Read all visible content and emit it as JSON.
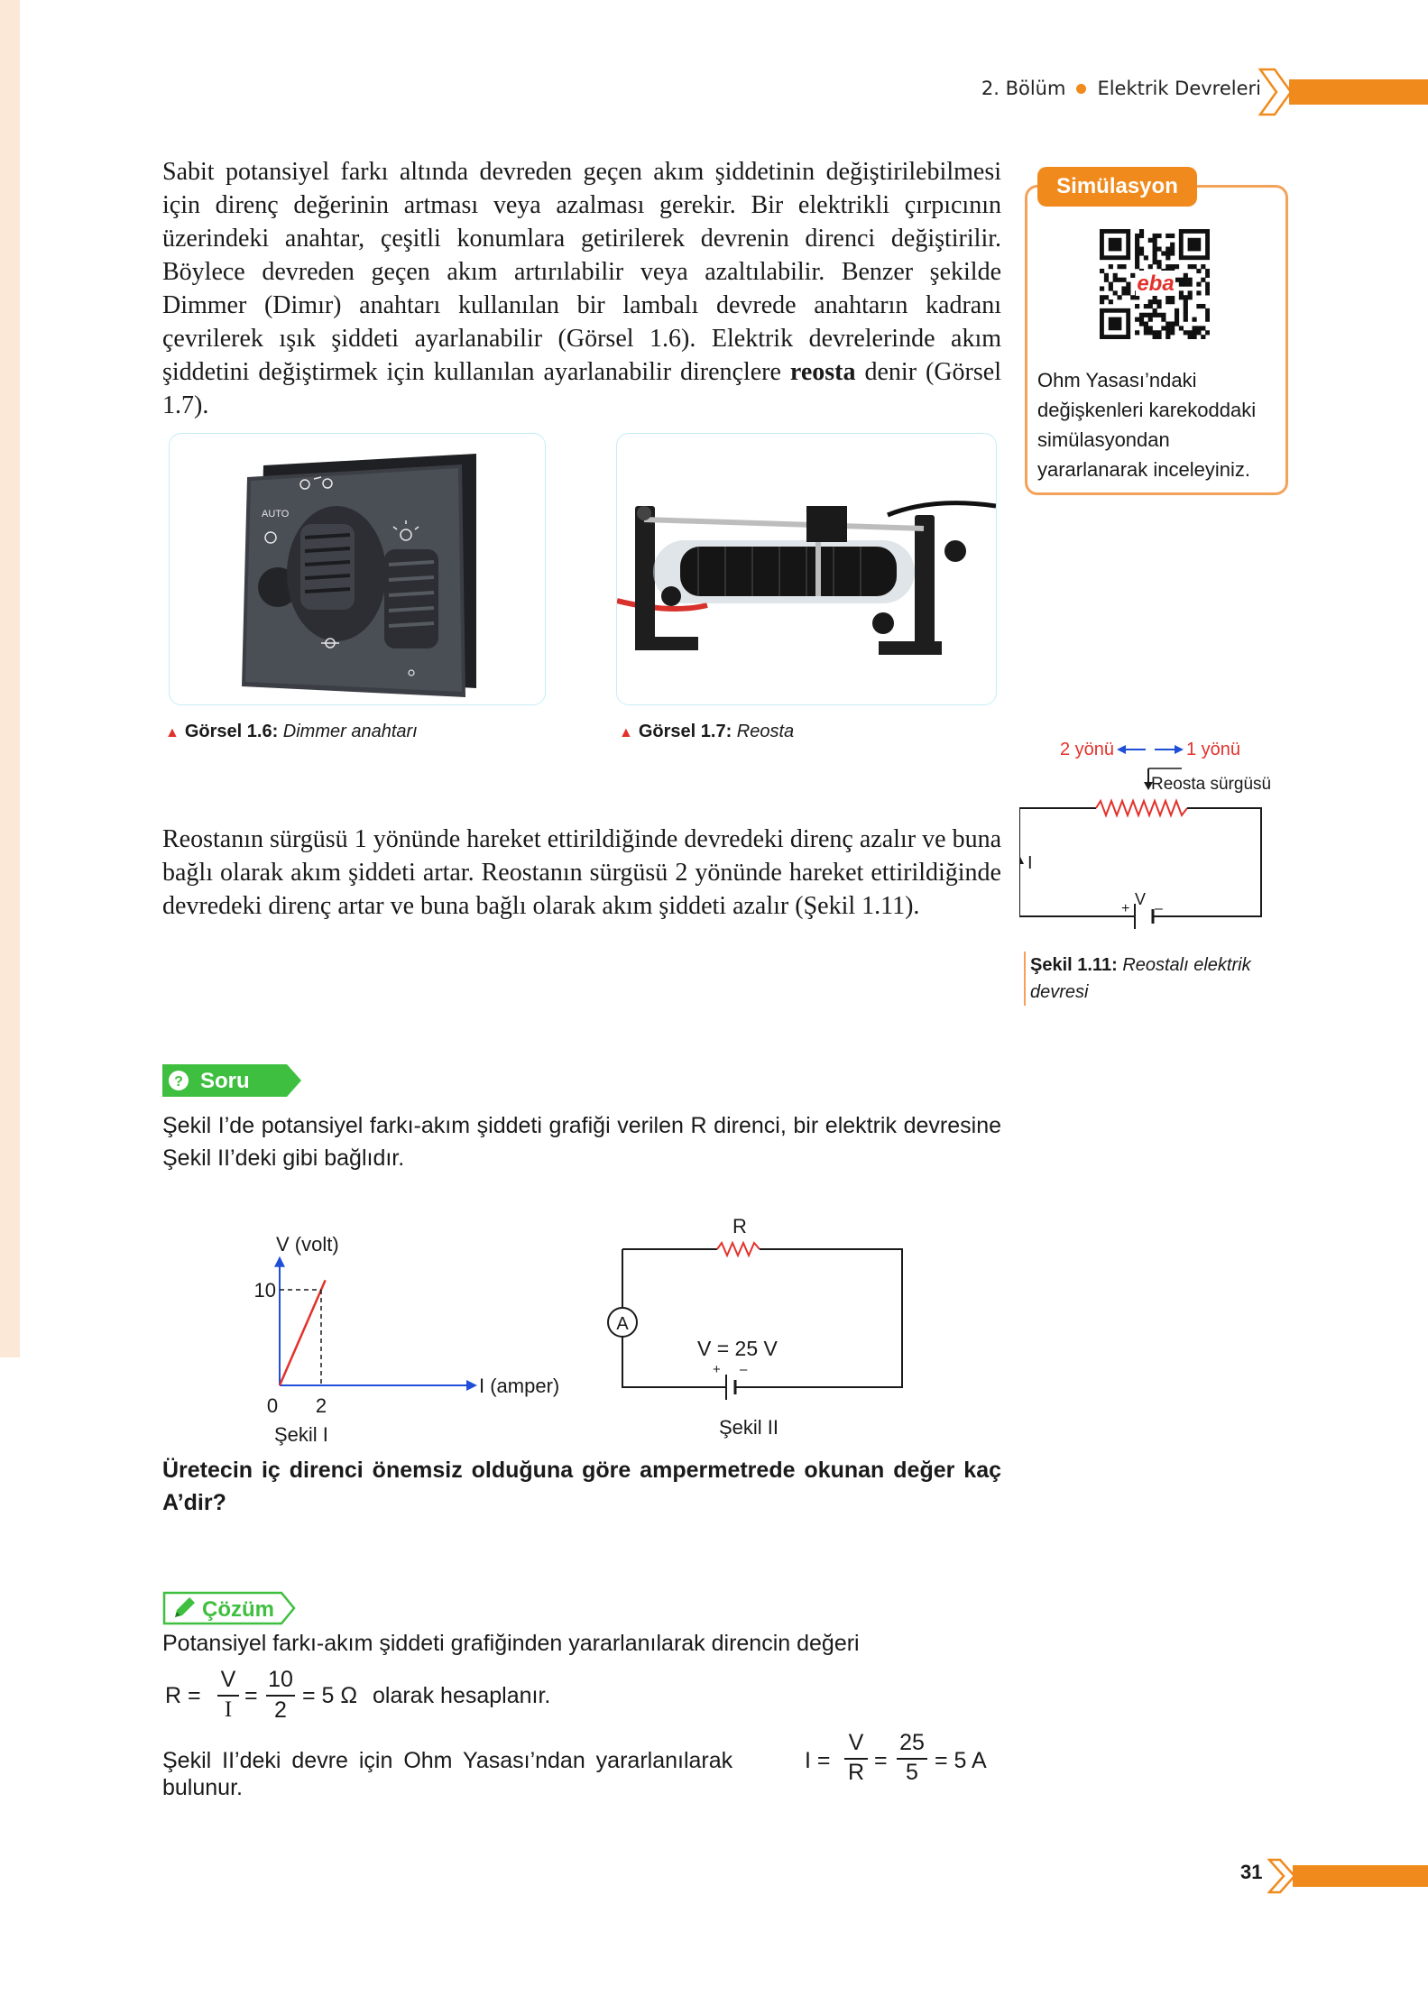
{
  "header": {
    "chapter": "2. Bölüm",
    "section": "Elektrik Devreleri"
  },
  "paragraph1": "Sabit potansiyel farkı altında devreden geçen akım şiddetinin değiştiri­lebilmesi için direnç değerinin artması veya azalması gerekir. Bir elektrikli çırpıcının üzerindeki anahtar, çeşitli konumlara getirilerek devrenin direnci değiştirilir. Böylece devreden geçen akım artırılabilir veya azaltılabilir. Benzer şekilde Dimmer (Dimır) anahtarı kullanılan bir lambalı devrede anahtarın kadranı çevrilerek ışık şiddeti ayarlanabilir (Görsel 1.6). Elektrik devrelerinde akım şiddetini değiştirmek için kullanılan ayarlanabilir dirençlere ",
  "paragraph1_bold": "reosta",
  "paragraph1_end": " denir (Görsel 1.7).",
  "simulation": {
    "tag": "Simülasyon",
    "qr_logo": "eba",
    "text": "Ohm Yasası’ndaki değişkenleri karekoddaki simülasyondan yararlanarak inceleyiniz."
  },
  "photo1": {
    "caption_label": "Görsel 1.6:",
    "caption_text": "Dimmer anahtarı",
    "label_auto": "AUTO"
  },
  "photo2": {
    "caption_label": "Görsel 1.7:",
    "caption_text": "Reosta"
  },
  "figure_1_11": {
    "dir2": "2 yönü",
    "dir1": "1 yönü",
    "slider_label": "Reosta sürgüsü",
    "current_label": "I",
    "voltage_label": "V",
    "plus": "+",
    "minus": "–",
    "caption_label": "Şekil 1.11:",
    "caption_text": "Reostalı elektrik devresi"
  },
  "paragraph2": "Reostanın sürgüsü 1 yönünde hareket ettirildiğinde devredeki direnç azalır ve buna bağlı olarak akım şiddeti artar. Reostanın sürgüsü 2 yönünde hareket ettirildiğinde devredeki direnç artar ve buna bağlı olarak akım şiddeti azalır (Şekil 1.11).",
  "question": {
    "tag": "Soru",
    "icon": "?",
    "text": "Şekil I’de potansiyel farkı-akım şiddeti grafiği verilen R direnci, bir elektrik devresine Şekil II’deki gibi bağlıdır.",
    "bold_text": "Üretecin iç direnci önemsiz olduğuna göre ampermetrede okunan değer kaç A’dir?"
  },
  "chart_data": {
    "type": "line",
    "title": "",
    "xlabel": "I (amper)",
    "ylabel": "V (volt)",
    "series": [
      {
        "x": [
          0,
          2.2
        ],
        "y": [
          0,
          11
        ]
      }
    ],
    "x_ticks": [
      "0",
      "2"
    ],
    "y_ticks": [
      "10"
    ],
    "marked_point": {
      "x": 2,
      "y": 10
    },
    "xlim": [
      0,
      5
    ],
    "ylim": [
      0,
      12
    ],
    "caption": "Şekil I"
  },
  "figure2": {
    "resistor_label": "R",
    "ammeter_label": "A",
    "voltage_label": "V = 25 V",
    "plus": "+",
    "minus": "–",
    "caption": "Şekil II"
  },
  "solution": {
    "tag": "Çözüm",
    "line1": "Potansiyel farkı-akım şiddeti grafiğinden yararlanılarak direncin değeri",
    "r_lhs": "R =",
    "frac1_num": "V",
    "frac1_den": "I",
    "eq": "=",
    "frac2_num": "10",
    "frac2_den": "2",
    "r_result": "= 5 Ω",
    "r_tail": "olarak hesaplanır.",
    "line3_prefix": "Şekil II’deki devre için Ohm Yasası’ndan yararlanılarak",
    "i_lhs": "I =",
    "frac3_num": "V",
    "frac3_den": "R",
    "frac4_num": "25",
    "frac4_den": "5",
    "i_result": "= 5 A",
    "line4": "bulunur."
  },
  "page_number": "31"
}
